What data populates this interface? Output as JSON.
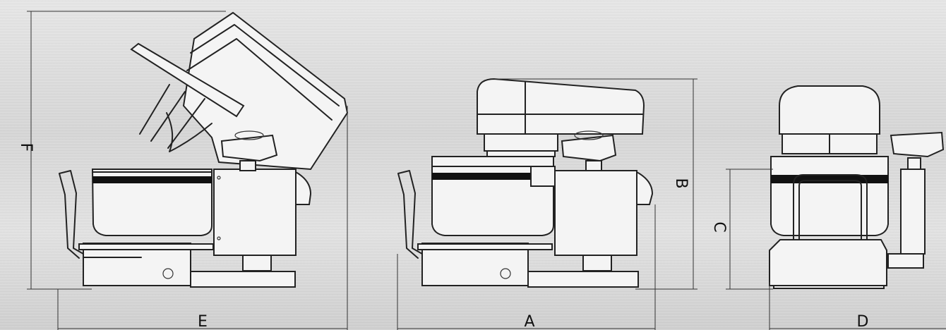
{
  "labels": {
    "E": "E",
    "A": "A",
    "D": "D",
    "F": "F",
    "B": "B",
    "C": "C"
  },
  "colors": {
    "background": "#dcdcdc",
    "line": "#222222"
  }
}
